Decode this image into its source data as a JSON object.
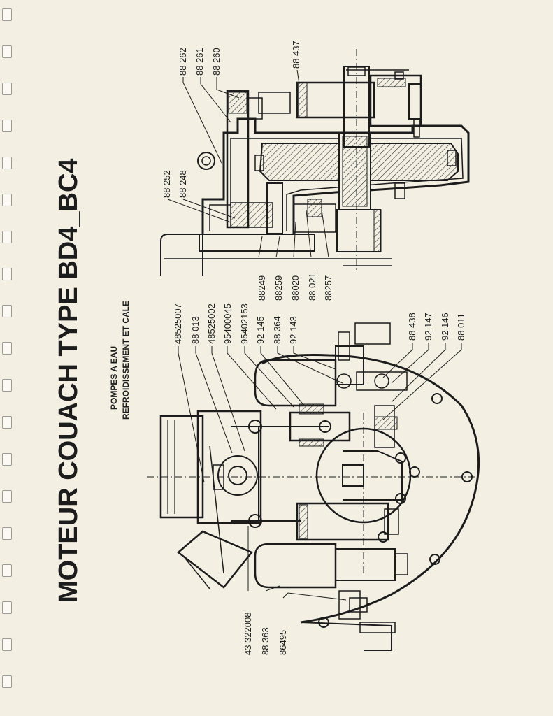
{
  "title": "MOTEUR  COUACH  TYPE  BD4_BC4",
  "subtitle": {
    "line1": "POMPES A EAU",
    "line2": "REFROIDISSEMENT ET CALE"
  },
  "upper_view": {
    "top_refs": [
      "88 262",
      "88 261",
      "88 260",
      "88 437"
    ],
    "left_refs": [
      "88 252",
      "88 248"
    ],
    "bottom_refs": [
      "88249",
      "88259",
      "88020",
      "88 021",
      "88257"
    ]
  },
  "lower_view": {
    "top_refs": [
      "48525007",
      "88 013",
      "48525002",
      "95400045",
      "95402153",
      "92 145",
      "88 364",
      "92 143",
      "88 438",
      "92 147",
      "92 146",
      "88 011"
    ],
    "bottom_refs": [
      "43 322008",
      "88 363",
      "86495"
    ]
  }
}
